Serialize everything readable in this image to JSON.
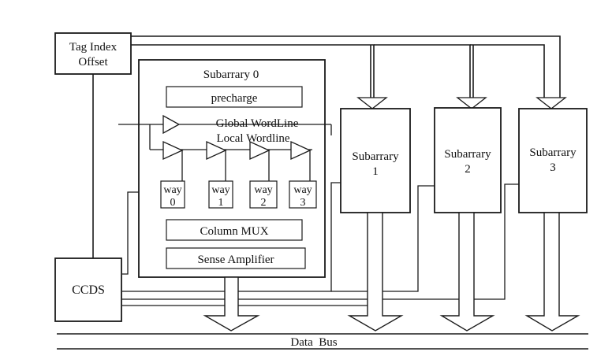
{
  "tag_box": {
    "line1": "Tag Index",
    "line2": "Offset"
  },
  "subarray0": {
    "title": "Subarrary 0",
    "precharge": "precharge",
    "global_wordline": "Global WordLine",
    "local_wordline": "Local Wordline",
    "ways": [
      {
        "label": "way",
        "num": "0"
      },
      {
        "label": "way",
        "num": "1"
      },
      {
        "label": "way",
        "num": "2"
      },
      {
        "label": "way",
        "num": "3"
      }
    ],
    "column_mux": "Column MUX",
    "sense_amp": "Sense Amplifier"
  },
  "subarrays": [
    {
      "label": "Subarrary",
      "num": "1"
    },
    {
      "label": "Subarrary",
      "num": "2"
    },
    {
      "label": "Subarrary",
      "num": "3"
    }
  ],
  "ccds": "CCDS",
  "data_bus": "Data  Bus"
}
